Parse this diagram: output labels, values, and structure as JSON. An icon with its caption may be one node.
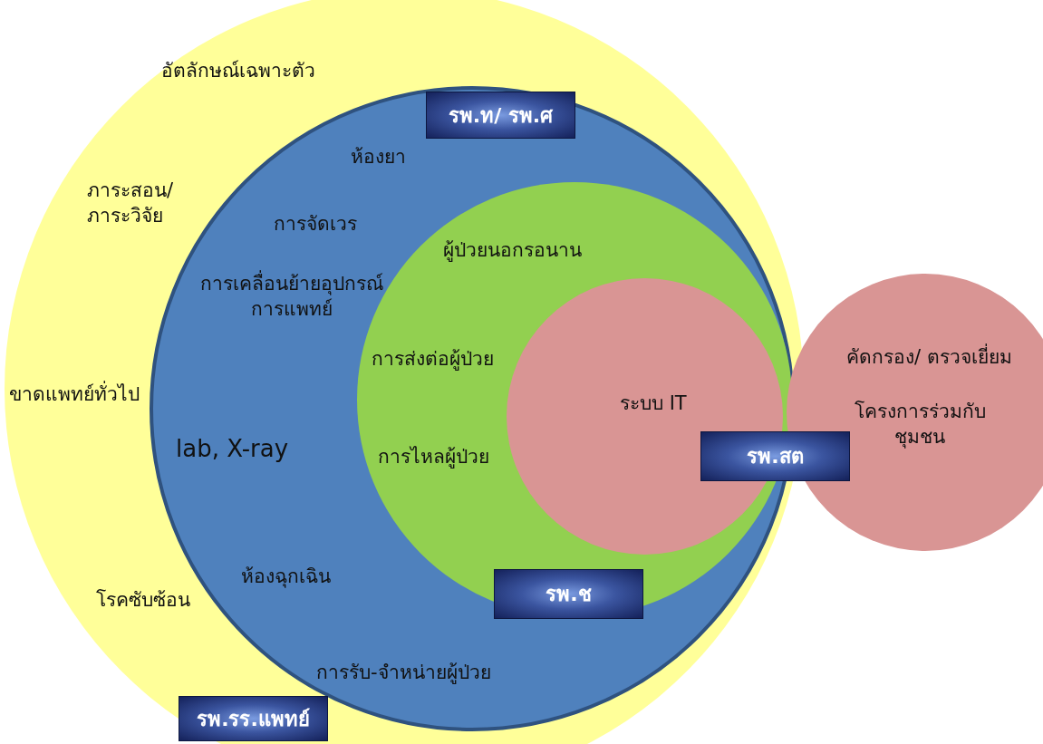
{
  "diagram": {
    "nodes": [
      {
        "text": [
          "อัตลักษณ์เฉพาะตัว",
          "ภาระสอน/ภาระวิจัย",
          "ขาดแพทย์ทั่วไป",
          "โรคซับซ้อน"
        ]
      },
      {
        "text": [
          "ห้องยา",
          "การจัดเวร",
          "การเคลื่อนย้ายอุปกรณ์การแพทย์",
          "lab, X-ray",
          "ห้องฉุกเฉิน",
          "การรับ-จำหน่ายผู้ป่วย"
        ],
        "in": 0
      },
      {
        "text": [
          "ผู้ป่วยนอกรอนาน",
          "การส่งต่อผู้ป่วย",
          "การไหลผู้ป่วย"
        ],
        "in": 1
      },
      {
        "text": [
          "ระบบ IT"
        ],
        "in": 2
      },
      {
        "text": [
          "คัดกรอง/ ตรวจเยี่ยม",
          "โครงการร่วมกับชุมชน"
        ]
      },
      {
        "text": [
          "รพ.รร.แพทย์"
        ],
        "in": 0
      },
      {
        "text": [
          "รพ.สต"
        ]
      },
      {
        "text": [
          "รพ.ท/ รพ.ศ"
        ],
        "in": 1
      },
      {
        "text": [
          "รพ.ช"
        ],
        "in": 2
      }
    ]
  }
}
